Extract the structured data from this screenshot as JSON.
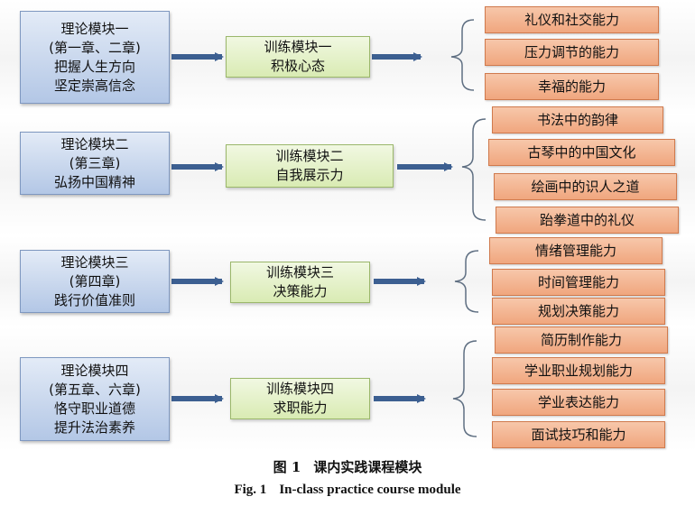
{
  "modules": [
    {
      "theory": [
        "理论模块一",
        "(第一章、二章)",
        "把握人生方向",
        "坚定崇高信念"
      ],
      "training": [
        "训练模块一",
        "积极心态"
      ],
      "skills": [
        "礼仪和社交能力",
        "压力调节的能力",
        "幸福的能力"
      ]
    },
    {
      "theory": [
        "理论模块二",
        "(第三章)",
        "弘扬中国精神"
      ],
      "training": [
        "训练模块二",
        "自我展示力"
      ],
      "skills": [
        "书法中的韵律",
        "古琴中的中国文化",
        "绘画中的识人之道",
        "跆拳道中的礼仪"
      ]
    },
    {
      "theory": [
        "理论模块三",
        "(第四章)",
        "践行价值准则"
      ],
      "training": [
        "训练模块三",
        "决策能力"
      ],
      "skills": [
        "情绪管理能力",
        "时间管理能力",
        "规划决策能力"
      ]
    },
    {
      "theory": [
        "理论模块四",
        "(第五章、六章)",
        "恪守职业道德",
        "提升法治素养"
      ],
      "training": [
        "训练模块四",
        "求职能力"
      ],
      "skills": [
        "简历制作能力",
        "学业职业规划能力",
        "学业表达能力",
        "面试技巧和能力"
      ]
    }
  ],
  "caption": {
    "cn_label": "图 1",
    "cn_text": "课内实践课程模块",
    "en_label": "Fig. 1",
    "en_text": "In-class practice course module"
  },
  "colors": {
    "arrow": "#3c5f91",
    "bracket": "#5f6f82"
  }
}
